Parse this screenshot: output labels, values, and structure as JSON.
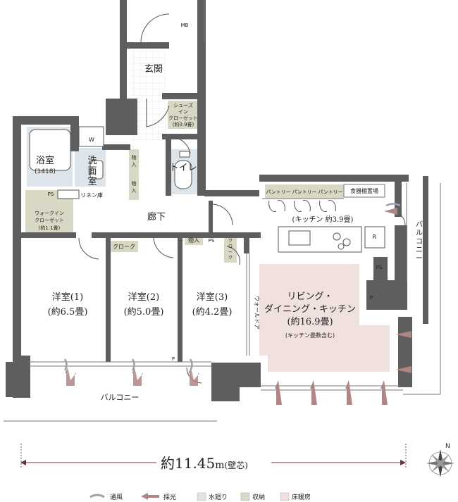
{
  "rooms": {
    "genkan": "玄関",
    "shoes_closet": [
      "シューズ",
      "イン",
      "クローゼット",
      "(約0.9畳)"
    ],
    "mb": "MB",
    "bath": "浴室",
    "bath_size": "(1418)",
    "washroom": [
      "洗",
      "面",
      "室"
    ],
    "w": "W",
    "linen": "リネン庫",
    "storage": [
      "物",
      "入"
    ],
    "storage2": [
      "物",
      "入"
    ],
    "toilet": "トイレ",
    "hallway": "廊下",
    "wic": [
      "ウォークイン",
      "クローゼット",
      "(約1.1畳)"
    ],
    "ps": "PS",
    "ps2": "PS",
    "ps3": "PS",
    "p": "P",
    "p2": "P",
    "r": "R",
    "closet": "クローク",
    "closet2": [
      "ク",
      "ロ",
      "ー",
      "ク"
    ],
    "monoire_small": "物入",
    "pantry": [
      "パントリー",
      "パントリー",
      "パントリー"
    ],
    "dish_space": "食器棚置場",
    "kitchen": "(キッチン 約3.9畳)",
    "walk_door": "ウォールドア",
    "balcony_side": [
      "バ",
      "ル",
      "コ",
      "ニ",
      "ー"
    ],
    "balcony_bottom": "バルコニー",
    "room1": [
      "洋室(1)",
      "(約6.5畳)"
    ],
    "room2": [
      "洋室(2)",
      "(約5.0畳)"
    ],
    "room3": [
      "洋室(3)",
      "(約4.2畳)"
    ],
    "ldk": [
      "リビング・",
      "ダイニング・キッチン",
      "(約16.9畳)",
      "(キッチン畳数含む)"
    ]
  },
  "dimension": {
    "value": "約11.45",
    "unit": "m",
    "note": "(壁芯)"
  },
  "compass": {
    "north": "N"
  },
  "legend": [
    {
      "label": "通風",
      "kind": "wind",
      "color": "#9aa3ab"
    },
    {
      "label": "採光",
      "kind": "light",
      "color": "#b08585"
    },
    {
      "label": "水廻り",
      "kind": "swatch",
      "color": "#dde5ea"
    },
    {
      "label": "収納",
      "kind": "swatch",
      "color": "#d9d8c4"
    },
    {
      "label": "床暖房",
      "kind": "swatch",
      "color": "#f0e1de"
    }
  ],
  "colors": {
    "wall": "#5e5e5e",
    "water": "#dde5ea",
    "storage": "#d9d8c4",
    "floor_heat": "#f0e1de",
    "light_arrow": "#b08585",
    "dim_line": "#6a3048"
  }
}
